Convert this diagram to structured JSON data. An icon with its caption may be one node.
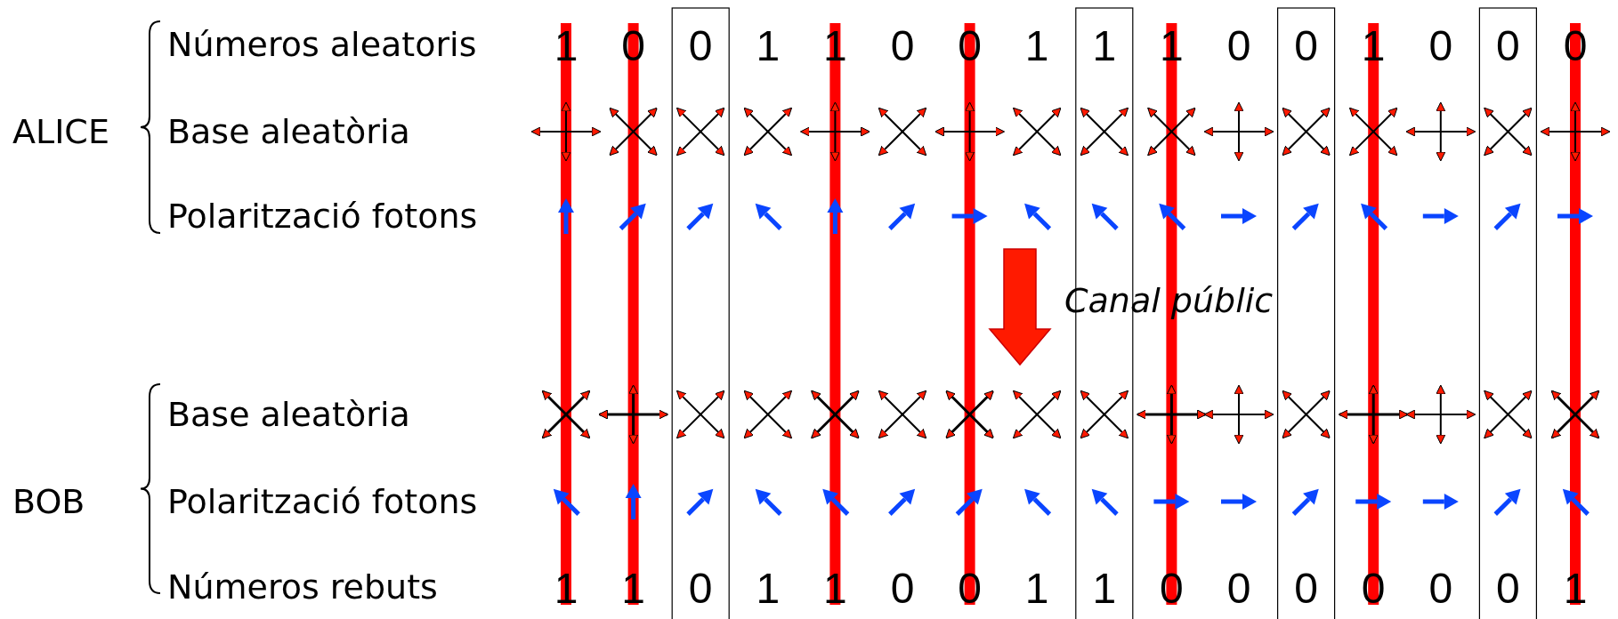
{
  "diagram": {
    "labels": [
      "Números aleatoris",
      "1",
      "0",
      "0",
      "1",
      "1",
      "0",
      "0",
      "1",
      "1",
      "1",
      "0",
      "0",
      "1",
      "0",
      "0",
      "0",
      "ALICE",
      "Base aleatòria",
      "Polarització fotons",
      "Canal públic",
      "Base aleatòria",
      "BOB",
      "Polarització fotons",
      "Números rebuts",
      "1",
      "1",
      "0",
      "1",
      "1",
      "0",
      "0",
      "1",
      "1",
      "0",
      "0",
      "0",
      "0",
      "0",
      "0",
      "1"
    ]
  }
}
